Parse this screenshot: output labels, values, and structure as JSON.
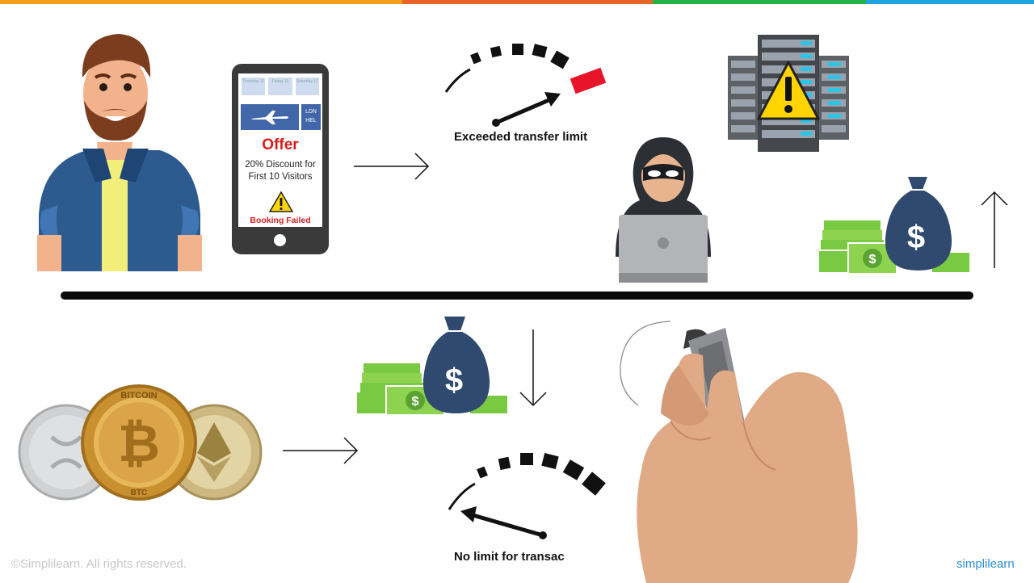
{
  "colors": {
    "bar": [
      "#f4a21d",
      "#e8642b",
      "#27b14b",
      "#1fa4db"
    ],
    "offer_red": "#d51e1e",
    "money_green": "#7ac943",
    "bag_navy": "#2f4a6e",
    "warning_yellow": "#ffd400"
  },
  "phone": {
    "dates": [
      "Thursday 15",
      "Friday 16",
      "Saturday 17"
    ],
    "route_from": "LDN",
    "route_to": "HEL",
    "offer_title": "Offer",
    "offer_line1": "20% Discount for",
    "offer_line2": "First 10 Visitors",
    "status": "Booking Failed"
  },
  "labels": {
    "top_gauge": "Exceeded transfer limit",
    "bottom_gauge": "No limit for transac"
  },
  "coins": {
    "bitcoin_top": "BITCOIN",
    "bitcoin_bottom": "BTC",
    "bitcoin_symbol": "₿"
  },
  "money": {
    "bag_symbol": "$"
  },
  "footer": {
    "copyright": "©Simplilearn. All rights reserved.",
    "brand": "simplilearn"
  }
}
